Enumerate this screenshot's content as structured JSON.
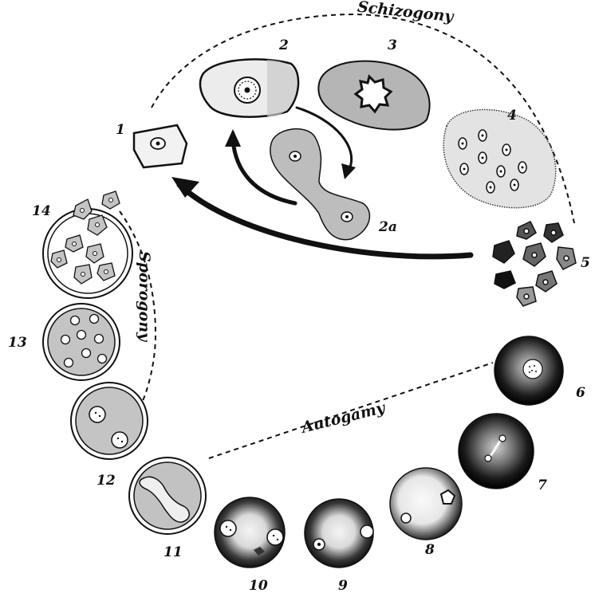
{
  "stages": [
    {
      "id": "1",
      "label": "1"
    },
    {
      "id": "2",
      "label": "2"
    },
    {
      "id": "2a",
      "label": "2a"
    },
    {
      "id": "3",
      "label": "3"
    },
    {
      "id": "4",
      "label": "4"
    },
    {
      "id": "5",
      "label": "5"
    },
    {
      "id": "6",
      "label": "6"
    },
    {
      "id": "7",
      "label": "7"
    },
    {
      "id": "8",
      "label": "8"
    },
    {
      "id": "9",
      "label": "9"
    },
    {
      "id": "10",
      "label": "10"
    },
    {
      "id": "11",
      "label": "11"
    },
    {
      "id": "12",
      "label": "12"
    },
    {
      "id": "13",
      "label": "13"
    },
    {
      "id": "14",
      "label": "14"
    }
  ],
  "phases": {
    "schizogony": "Schizogony",
    "sporogony": "Sporogony",
    "autogamy": "Autogamy"
  },
  "colors": {
    "ink": "#111111",
    "cytoplasm_light": "#efefef",
    "cytoplasm_medium": "#b9b9b9",
    "cytoplasm_dark": "#9c9c9c",
    "cyst_fill": "#c4c4c4"
  }
}
